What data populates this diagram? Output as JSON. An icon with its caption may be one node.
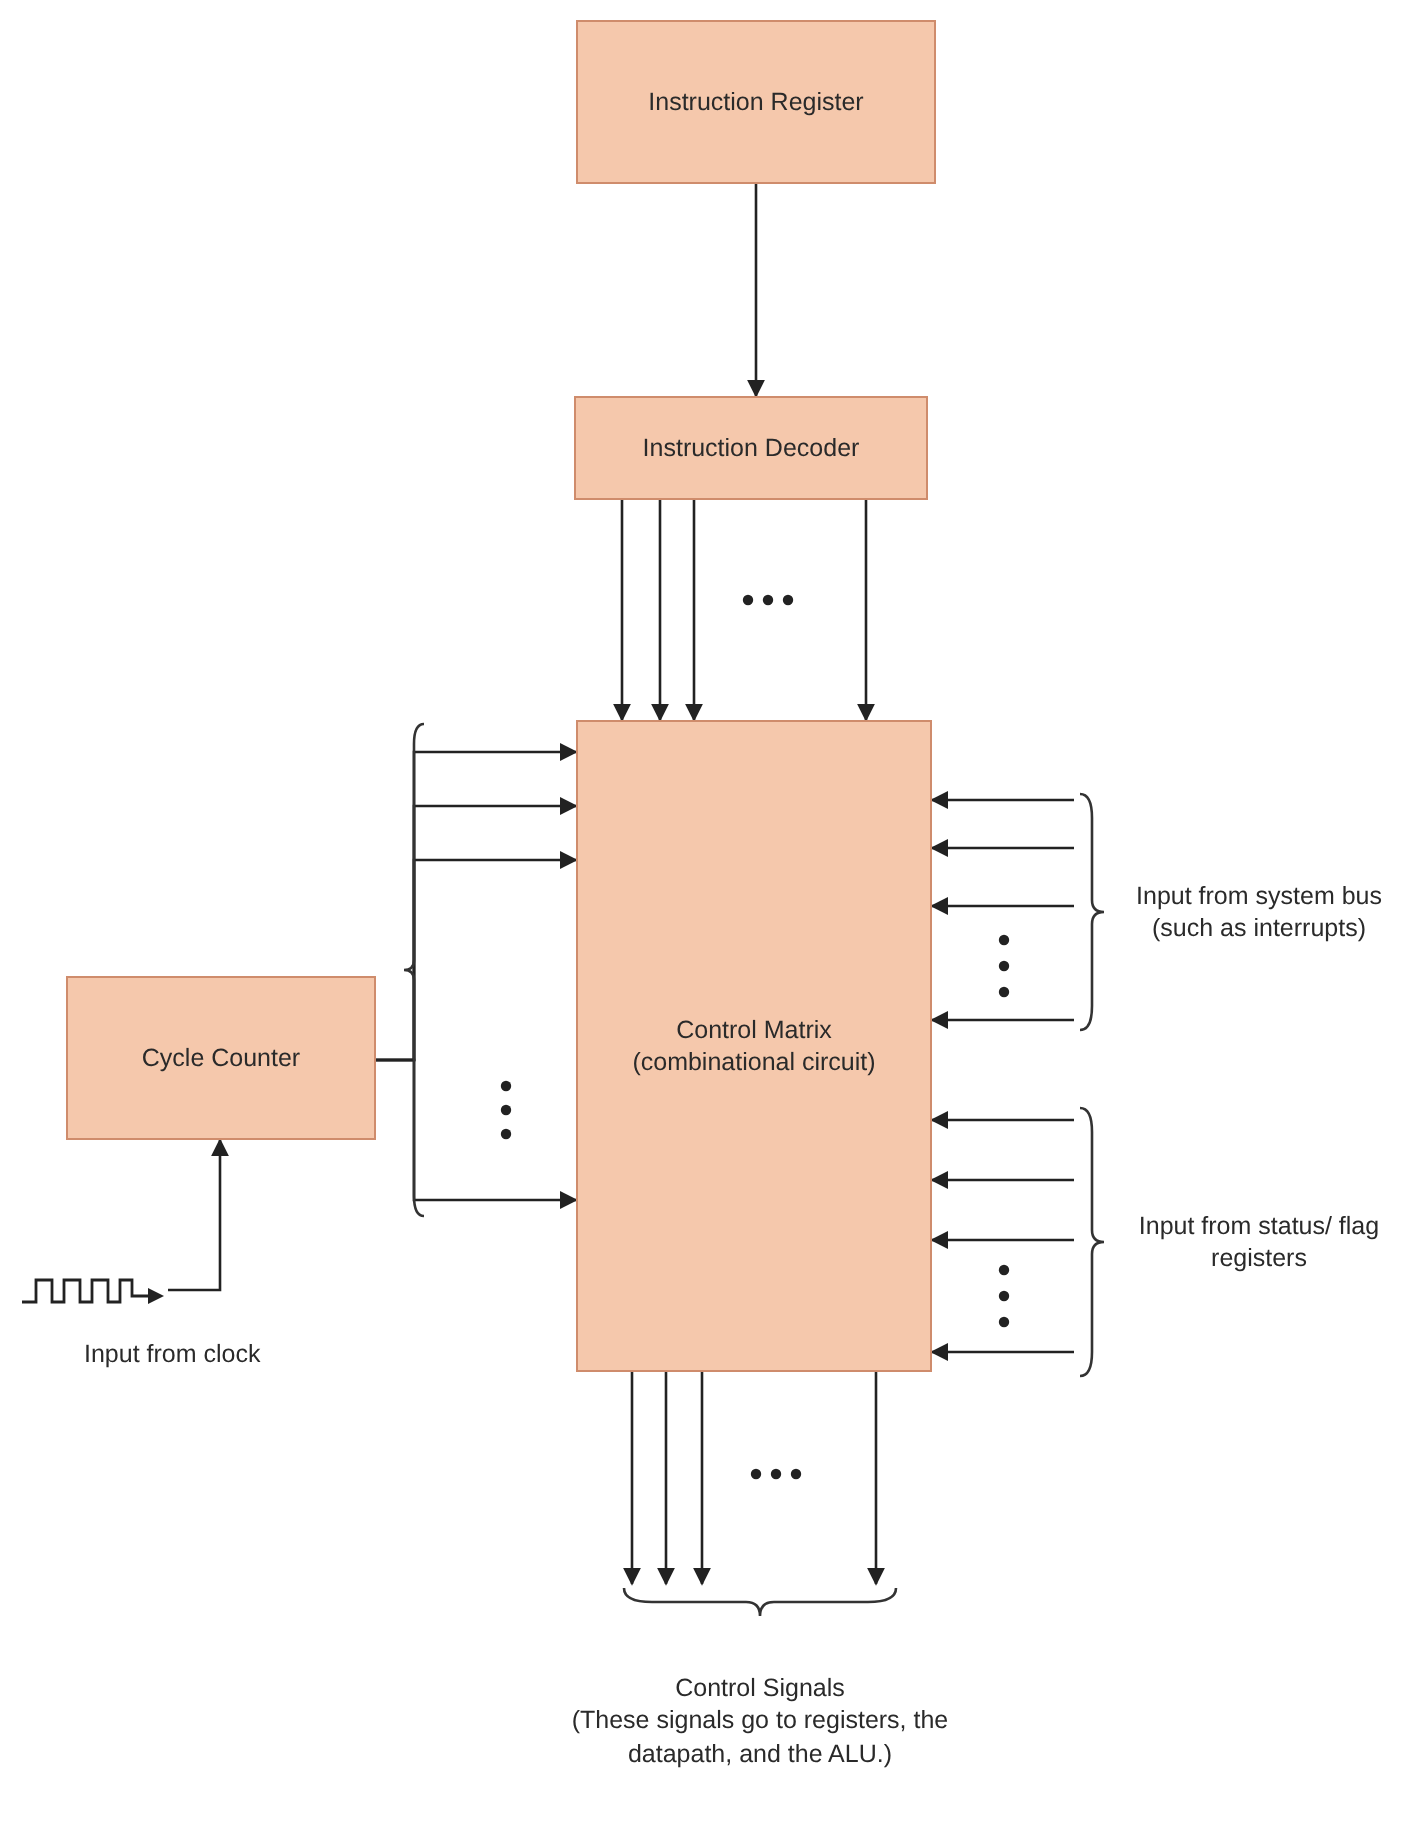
{
  "diagram": {
    "nodes": [
      {
        "text": [
          "Instruction Register"
        ]
      },
      {
        "text": [
          "Instruction Decoder"
        ]
      },
      {
        "text": [
          "Control Matrix (combinational circuit)"
        ]
      },
      {
        "text": [
          "Cycle Counter"
        ]
      },
      {
        "text": [],
        "shape": "picture",
        "beside": [
          "Input from clock"
        ]
      },
      {
        "text": [
          "Input from system bus (such as interrupts)"
        ]
      },
      {
        "text": [
          "Input from status/ flag registers"
        ]
      },
      {
        "text": [
          "Control Signals",
          "(These signals go to registers, the datapath, and the ALU.)"
        ]
      }
    ],
    "edges": [
      {
        "from": 0,
        "to": 1,
        "arrow": "to"
      },
      {
        "from": 1,
        "to": 2,
        "arrow": "to"
      },
      {
        "from": 1,
        "to": 2,
        "arrow": "to"
      },
      {
        "from": 1,
        "to": 2,
        "arrow": "to"
      },
      {
        "from": 1,
        "to": 2,
        "arrow": "to"
      },
      {
        "from": 3,
        "to": 2,
        "arrow": "to"
      },
      {
        "from": 3,
        "to": 2,
        "arrow": "to"
      },
      {
        "from": 3,
        "to": 2,
        "arrow": "to"
      },
      {
        "from": 3,
        "to": 2,
        "arrow": "to"
      },
      {
        "from": 4,
        "to": 3,
        "arrow": "to"
      },
      {
        "from": 5,
        "to": 2,
        "arrow": "to"
      },
      {
        "from": 5,
        "to": 2,
        "arrow": "to"
      },
      {
        "from": 5,
        "to": 2,
        "arrow": "to"
      },
      {
        "from": 5,
        "to": 2,
        "arrow": "to"
      },
      {
        "from": 6,
        "to": 2,
        "arrow": "to"
      },
      {
        "from": 6,
        "to": 2,
        "arrow": "to"
      },
      {
        "from": 6,
        "to": 2,
        "arrow": "to"
      },
      {
        "from": 6,
        "to": 2,
        "arrow": "to"
      },
      {
        "from": 2,
        "to": 7,
        "arrow": "to"
      },
      {
        "from": 2,
        "to": 7,
        "arrow": "to"
      },
      {
        "from": 2,
        "to": 7,
        "arrow": "to"
      },
      {
        "from": 2,
        "to": 7,
        "arrow": "to"
      }
    ]
  }
}
